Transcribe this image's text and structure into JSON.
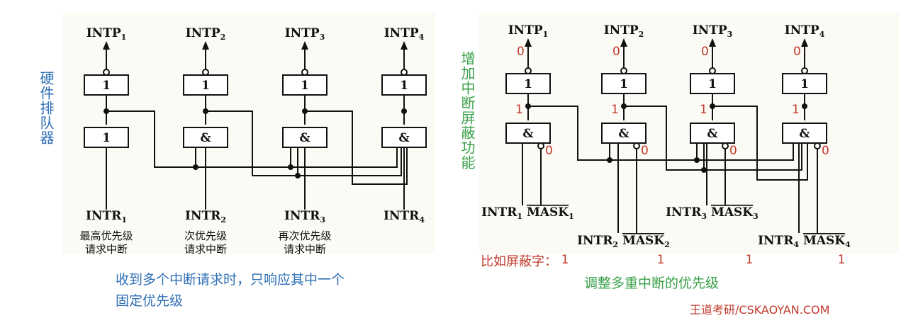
{
  "colors": {
    "blue": "#2f6fb5",
    "green": "#3aa04a",
    "red": "#c0392b",
    "line": "#111111"
  },
  "left": {
    "side_label": "硬件排队器",
    "outputs": [
      "INTP1",
      "INTP2",
      "INTP3",
      "INTP4"
    ],
    "top_gates": [
      "1",
      "1",
      "1",
      "1"
    ],
    "bottom_gates": [
      "1",
      "&",
      "&",
      "&"
    ],
    "inputs": [
      "INTR1",
      "INTR2",
      "INTR3",
      "INTR4"
    ],
    "notes": [
      [
        "最高优先级",
        "请求中断"
      ],
      [
        "次优先级",
        "请求中断"
      ],
      [
        "再次优先级",
        "请求中断"
      ]
    ],
    "caption_line1": "收到多个中断请求时，只响应其中一个",
    "caption_line2": "固定优先级"
  },
  "right": {
    "side_label": "增加中断屏蔽功能",
    "outputs": [
      "INTP1",
      "INTP2",
      "INTP3",
      "INTP4"
    ],
    "top_gates": [
      "1",
      "1",
      "1",
      "1"
    ],
    "bottom_gates": [
      "&",
      "&",
      "&",
      "&"
    ],
    "output_values": [
      "0",
      "0",
      "0",
      "0"
    ],
    "node_values": [
      "1",
      "1",
      "1",
      "1"
    ],
    "mask_values": [
      "0",
      "0",
      "0",
      "0"
    ],
    "inputs": [
      "INTR1",
      "INTR2",
      "INTR3",
      "INTR4"
    ],
    "masks": [
      "MASK1",
      "MASK2",
      "MASK3",
      "MASK4"
    ],
    "mask_word_label": "比如屏蔽字：",
    "mask_word": [
      "1",
      "1",
      "1",
      "1"
    ],
    "caption": "调整多重中断的优先级"
  },
  "footer": "王道考研/CSKAOYAN.COM"
}
